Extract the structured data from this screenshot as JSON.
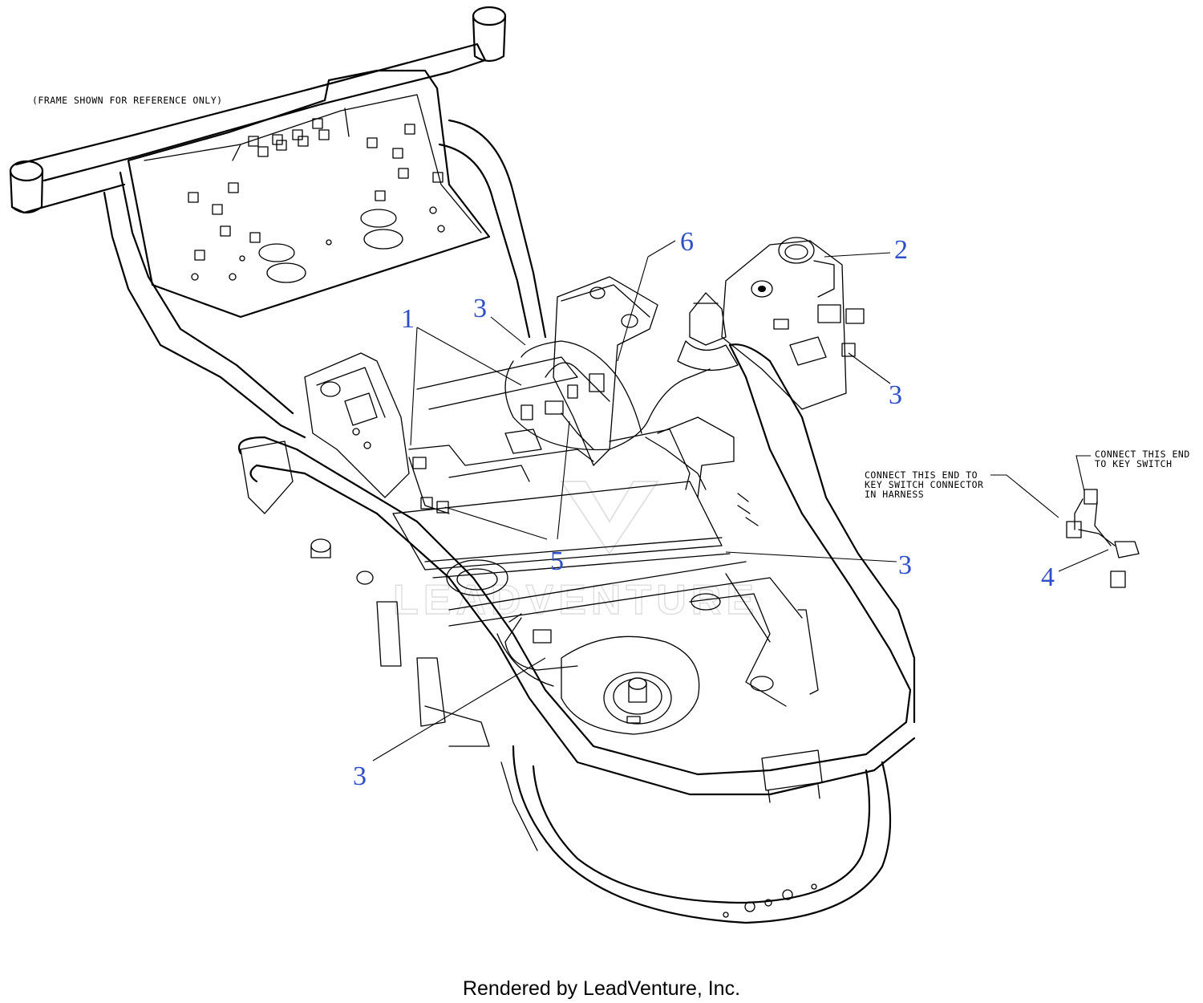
{
  "notes": {
    "frame_reference": "(FRAME SHOWN FOR REFERENCE ONLY)",
    "connect_harness_line1": "CONNECT THIS END TO",
    "connect_harness_line2": "KEY SWITCH CONNECTOR",
    "connect_harness_line3": "IN HARNESS",
    "connect_switch_line1": "CONNECT THIS END",
    "connect_switch_line2": "TO KEY SWITCH"
  },
  "callouts": {
    "c1": "1",
    "c2": "2",
    "c3_top_center": "3",
    "c3_right_panel": "3",
    "c3_right_mid": "3",
    "c3_bottom_left": "3",
    "c4": "4",
    "c5": "5",
    "c6": "6"
  },
  "watermark": "LEADVENTURE",
  "footer": {
    "credit": "Rendered by LeadVenture, Inc."
  },
  "colors": {
    "callout": "#2f4fc9",
    "line": "#000000",
    "watermark": "#c8c8c8"
  }
}
